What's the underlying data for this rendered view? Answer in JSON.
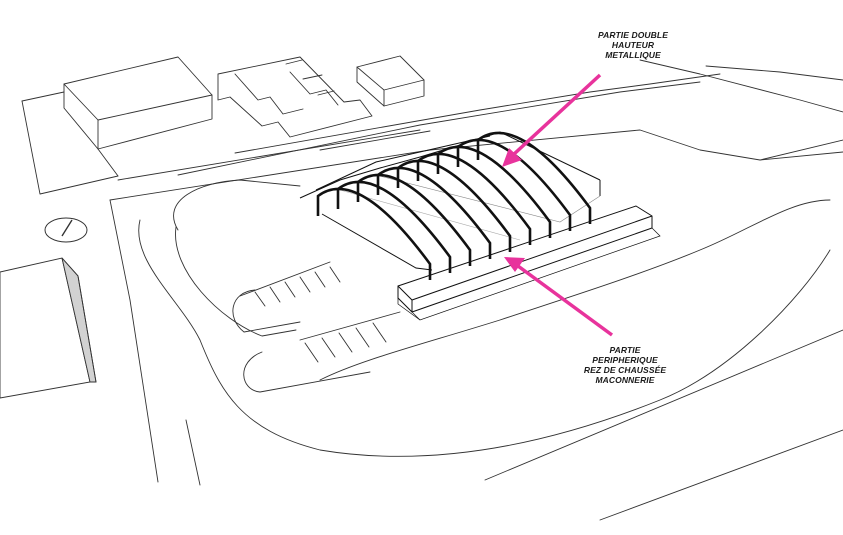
{
  "annotations": {
    "top": {
      "lines": [
        "PARTIE DOUBLE",
        "HAUTEUR",
        "METALLIQUE"
      ]
    },
    "bottom": {
      "lines": [
        "PARTIE",
        "PERIPHERIQUE",
        "REZ DE CHAUSSÉE",
        "MACONNERIE"
      ]
    }
  },
  "colors": {
    "arrow": "#e8339c",
    "line": "#222222",
    "building_shade": "#d2d2d2",
    "background": "#ffffff"
  }
}
